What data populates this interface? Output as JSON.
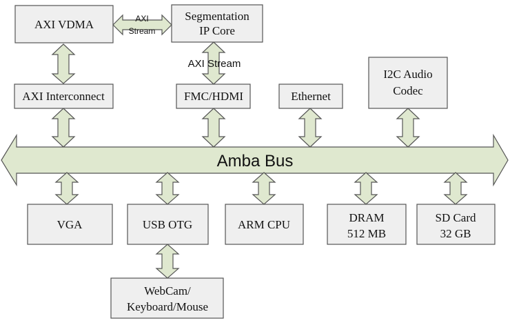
{
  "diagram": {
    "blocks": {
      "axi_vdma": [
        "AXI VDMA"
      ],
      "segmentation_ip_core": [
        "Segmentation",
        "IP Core"
      ],
      "axi_interconnect": [
        "AXI Interconnect"
      ],
      "fmc_hdmi": [
        "FMC/HDMI"
      ],
      "ethernet": [
        "Ethernet"
      ],
      "i2c_audio_codec": [
        "I2C Audio",
        "Codec"
      ],
      "vga": [
        "VGA"
      ],
      "usb_otg": [
        "USB OTG"
      ],
      "arm_cpu": [
        "ARM CPU"
      ],
      "dram": [
        "DRAM",
        "512 MB"
      ],
      "sd_card": [
        "SD Card",
        "32 GB"
      ],
      "webcam_keyboard_mouse": [
        "WebCam/",
        "Keyboard/Mouse"
      ]
    },
    "bus_label": "Amba Bus",
    "axi_stream_small": [
      "AXI",
      "Stream"
    ],
    "axi_stream_vertical": "AXI Stream"
  }
}
